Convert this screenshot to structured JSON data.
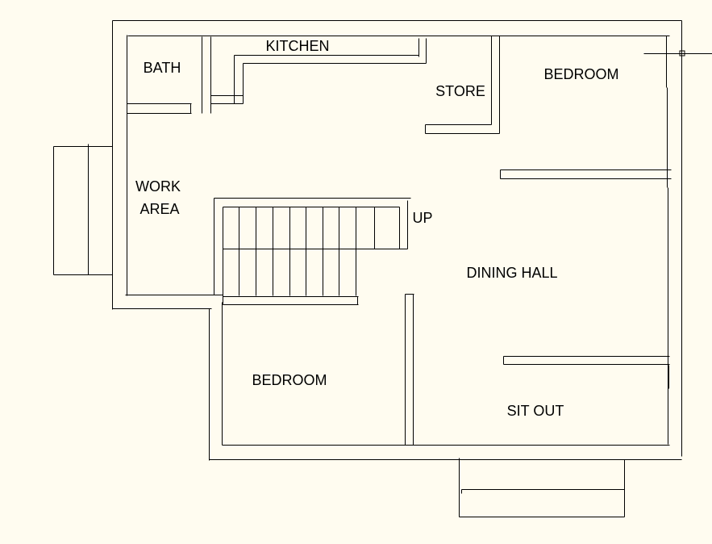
{
  "plan": {
    "rooms": {
      "bath": "BATH",
      "kitchen": "KITCHEN",
      "store": "STORE",
      "bedroom_top": "BEDROOM",
      "work": "WORK",
      "area": "AREA",
      "up": "UP",
      "dining_hall": "DINING HALL",
      "bedroom_bottom": "BEDROOM",
      "sit_out": "SIT OUT"
    }
  },
  "colors": {
    "background": "#fffcf0",
    "line": "#000000"
  }
}
